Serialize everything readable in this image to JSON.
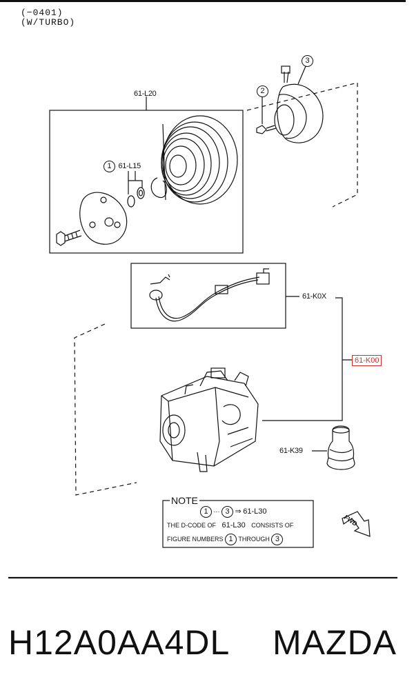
{
  "header": {
    "line1": "(−0401)",
    "line2": "(W/TURBO)"
  },
  "callouts": {
    "c1": "1",
    "c2": "2",
    "c3": "3"
  },
  "labels": {
    "l20": "61-L20",
    "l15": "61-L15",
    "k0x": "61-K0X",
    "k00": "61-K00",
    "k39": "61-K39"
  },
  "note": {
    "title": "NOTE",
    "range_from": "1",
    "range_dots": "···",
    "range_to": "3",
    "arrow": "⇒",
    "range_code": "61-L30",
    "line2_prefix": "THE D-CODE OF",
    "line2_code": "61-L30",
    "line2_suffix": "CONSISTS OF",
    "line3_prefix": "FIGURE NUMBERS",
    "line3_from": "1",
    "line3_mid": "THROUGH",
    "line3_to": "3"
  },
  "fwd": "FWD",
  "footer": {
    "part_code": "H12A0AA4DL",
    "brand": "MAZDA"
  }
}
